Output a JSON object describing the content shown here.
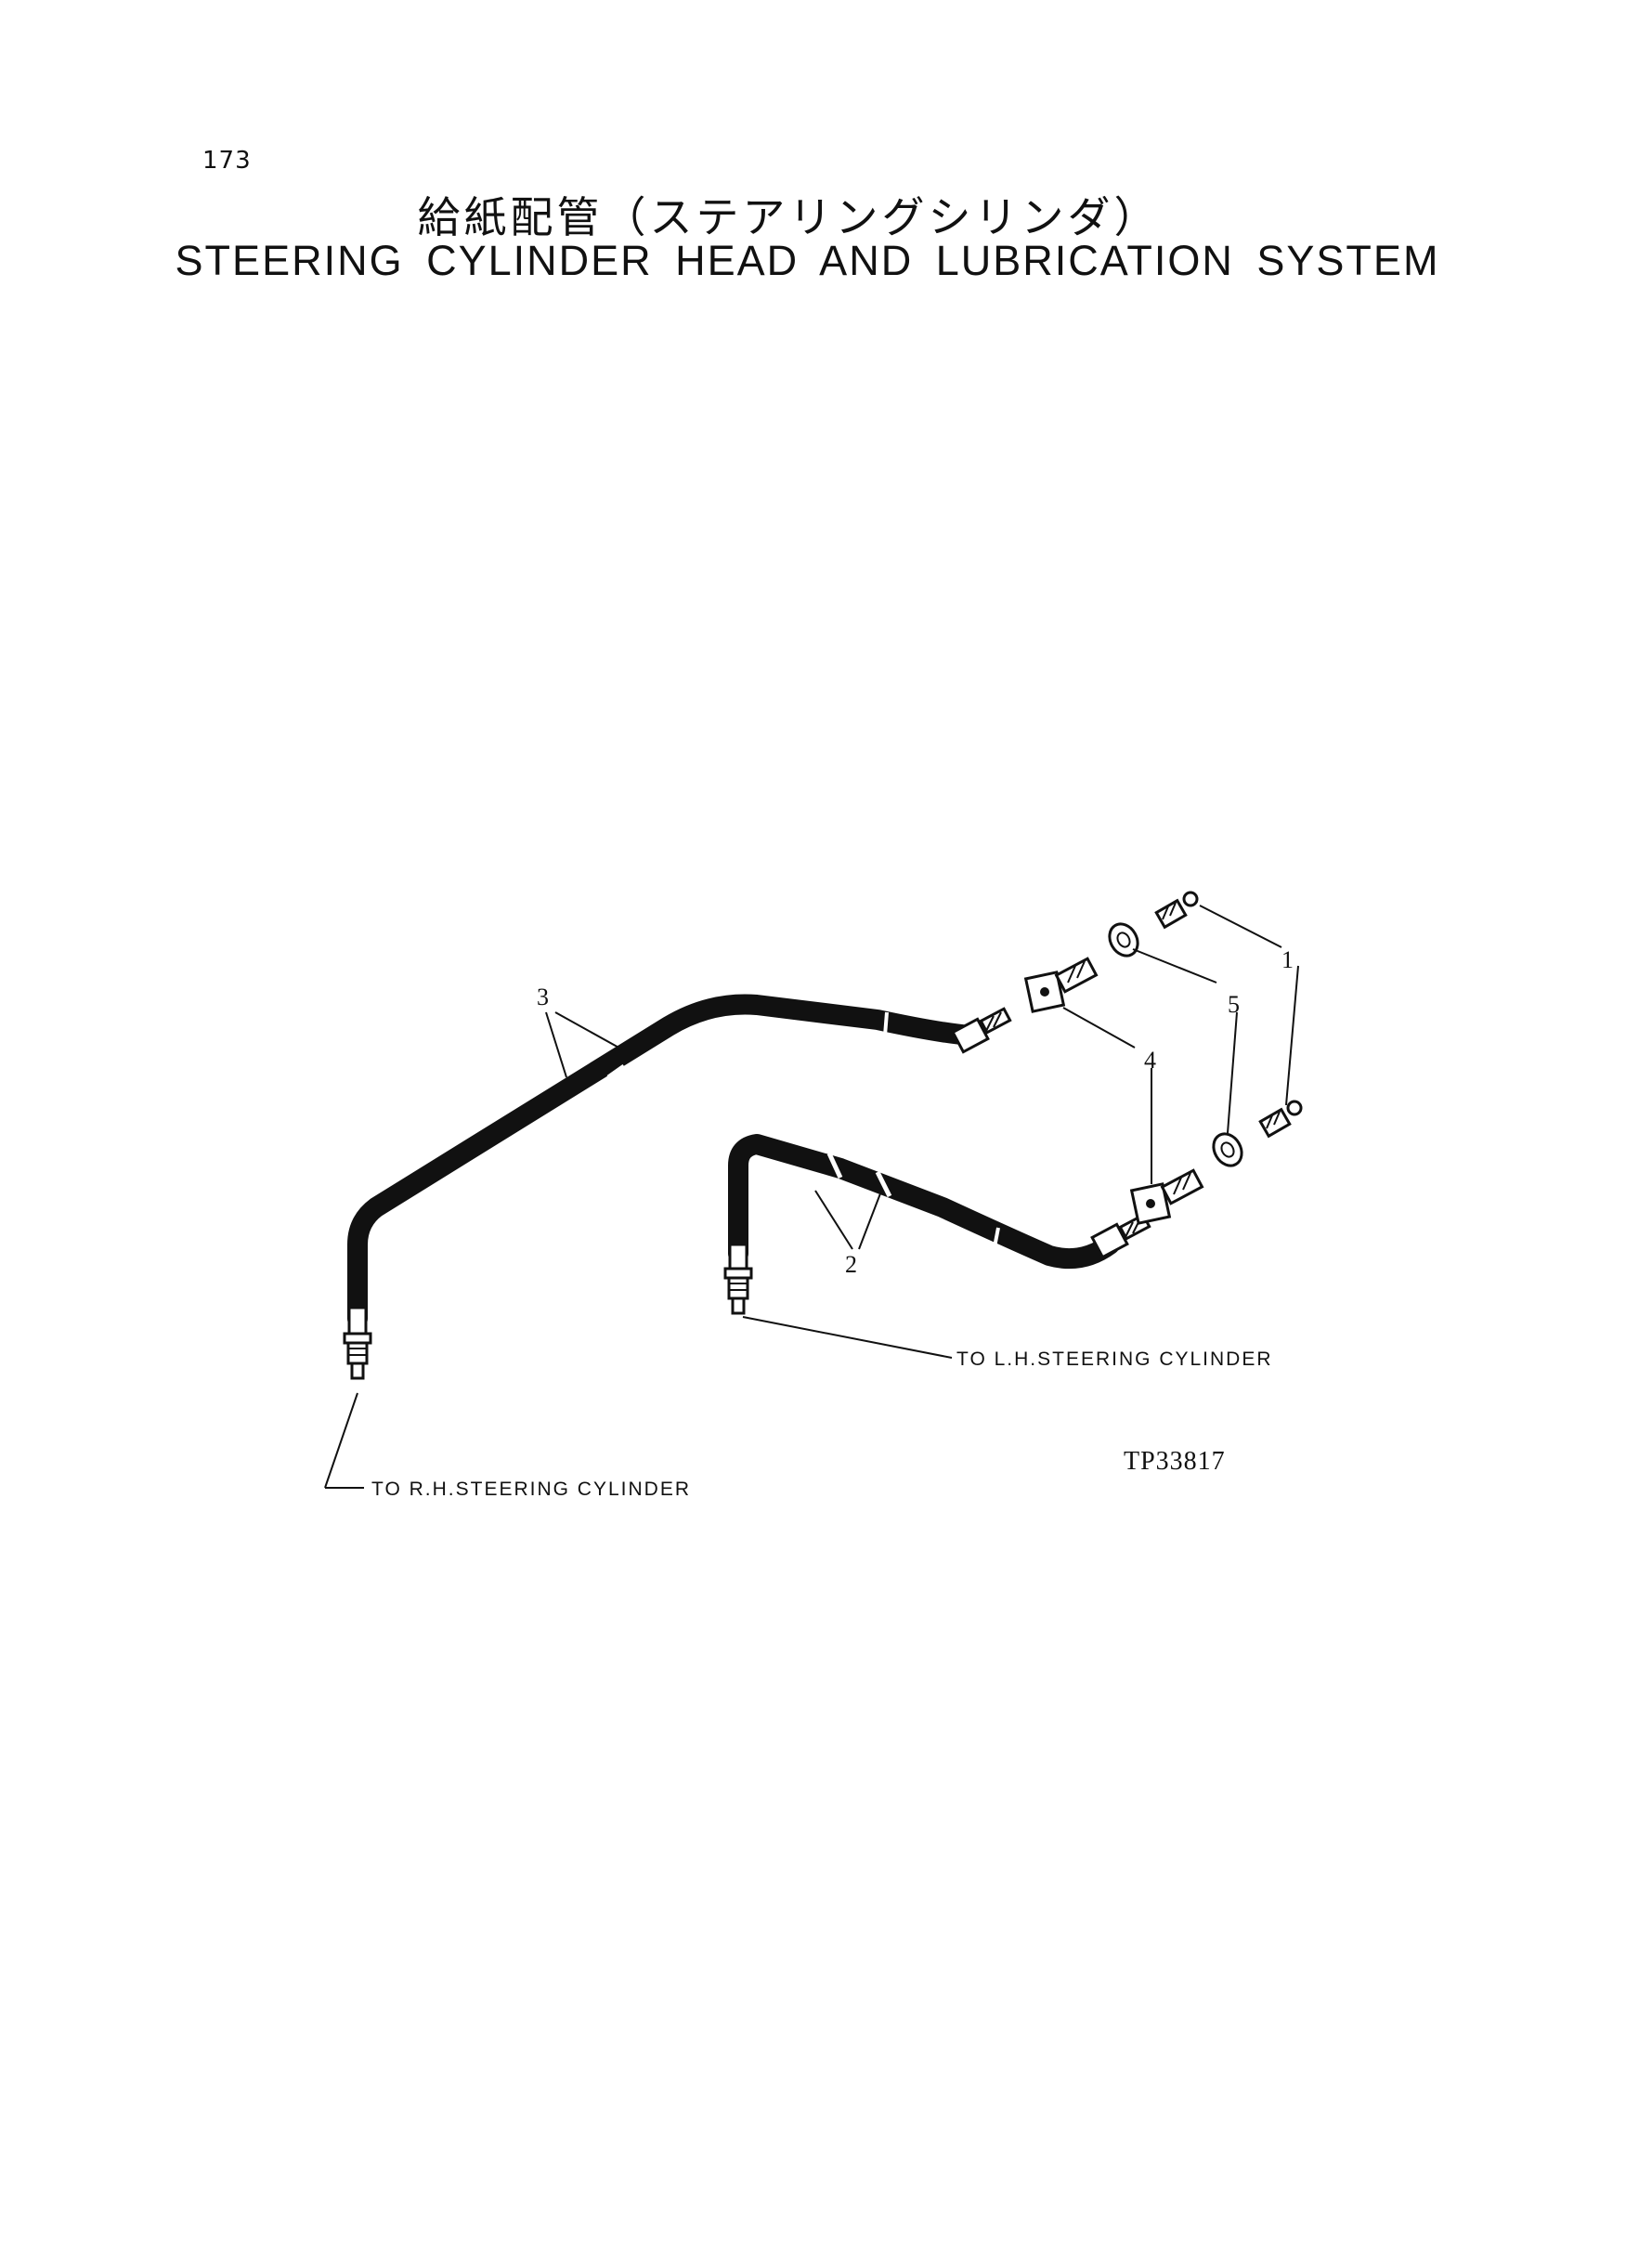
{
  "page": {
    "number": "173",
    "title_ja": "給紙配管（ステアリングシリンダ）",
    "title_en": "STEERING CYLINDER HEAD AND LUBRICATION SYSTEM"
  },
  "diagram": {
    "callouts": {
      "c1": "1",
      "c2": "2",
      "c3": "3",
      "c4": "4",
      "c5": "5"
    },
    "destinations": {
      "lh": "TO L.H.STEERING CYLINDER",
      "rh": "TO R.H.STEERING CYLINDER"
    },
    "drawing_number": "TP33817"
  }
}
